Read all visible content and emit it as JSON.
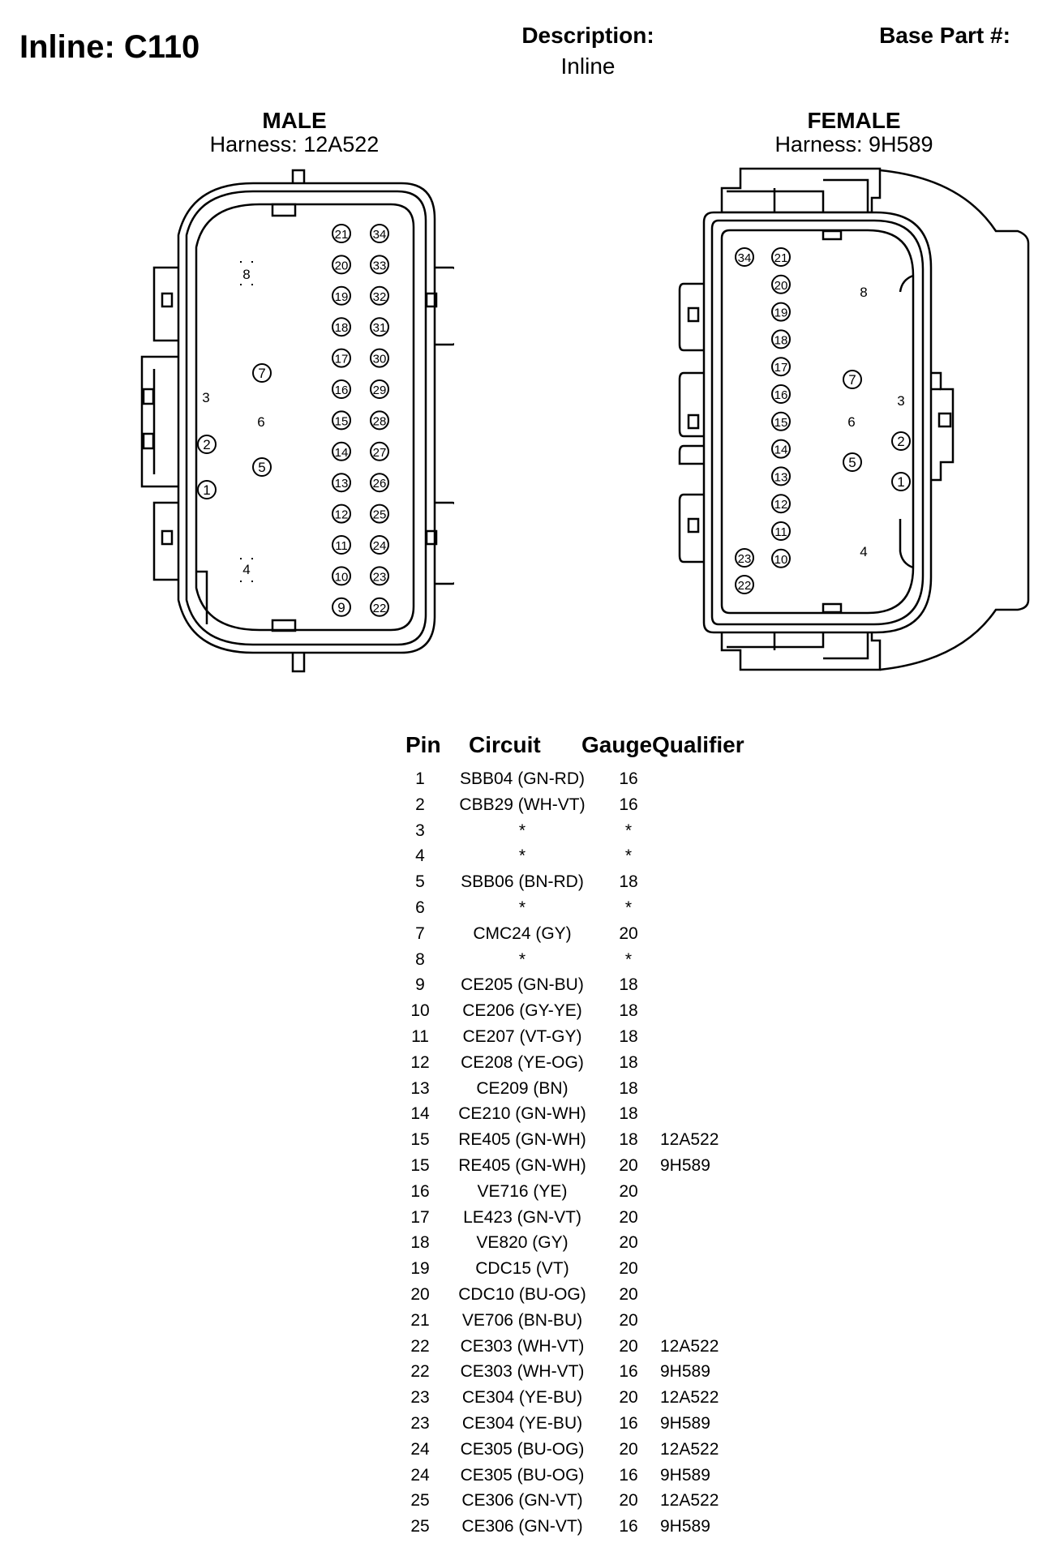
{
  "header": {
    "title": "Inline: C110",
    "description_label": "Description:",
    "description_value": "Inline",
    "base_part_label": "Base Part #:"
  },
  "male": {
    "title": "MALE",
    "harness": "Harness: 12A522",
    "pin_labels": [
      "1",
      "2",
      "3",
      "4",
      "5",
      "6",
      "7",
      "8",
      "9",
      "10",
      "11",
      "12",
      "13",
      "14",
      "15",
      "16",
      "17",
      "18",
      "19",
      "20",
      "21",
      "22",
      "23",
      "24",
      "25",
      "26",
      "27",
      "28",
      "29",
      "30",
      "31",
      "32",
      "33",
      "34"
    ]
  },
  "female": {
    "title": "FEMALE",
    "harness": "Harness: 9H589",
    "pin_labels": [
      "1",
      "2",
      "3",
      "4",
      "5",
      "6",
      "7",
      "8",
      "10",
      "11",
      "12",
      "13",
      "14",
      "15",
      "16",
      "17",
      "18",
      "19",
      "20",
      "21",
      "22",
      "23",
      "34"
    ]
  },
  "table": {
    "headers": {
      "pin": "Pin",
      "circuit": "Circuit",
      "gauge": "Gauge",
      "qualifier": "Qualifier"
    },
    "rows": [
      {
        "pin": "1",
        "circuit": "SBB04 (GN-RD)",
        "gauge": "16",
        "qualifier": ""
      },
      {
        "pin": "2",
        "circuit": "CBB29 (WH-VT)",
        "gauge": "16",
        "qualifier": ""
      },
      {
        "pin": "3",
        "circuit": "*",
        "gauge": "*",
        "qualifier": ""
      },
      {
        "pin": "4",
        "circuit": "*",
        "gauge": "*",
        "qualifier": ""
      },
      {
        "pin": "5",
        "circuit": "SBB06 (BN-RD)",
        "gauge": "18",
        "qualifier": ""
      },
      {
        "pin": "6",
        "circuit": "*",
        "gauge": "*",
        "qualifier": ""
      },
      {
        "pin": "7",
        "circuit": "CMC24 (GY)",
        "gauge": "20",
        "qualifier": ""
      },
      {
        "pin": "8",
        "circuit": "*",
        "gauge": "*",
        "qualifier": ""
      },
      {
        "pin": "9",
        "circuit": "CE205 (GN-BU)",
        "gauge": "18",
        "qualifier": ""
      },
      {
        "pin": "10",
        "circuit": "CE206 (GY-YE)",
        "gauge": "18",
        "qualifier": ""
      },
      {
        "pin": "11",
        "circuit": "CE207 (VT-GY)",
        "gauge": "18",
        "qualifier": ""
      },
      {
        "pin": "12",
        "circuit": "CE208 (YE-OG)",
        "gauge": "18",
        "qualifier": ""
      },
      {
        "pin": "13",
        "circuit": "CE209 (BN)",
        "gauge": "18",
        "qualifier": ""
      },
      {
        "pin": "14",
        "circuit": "CE210 (GN-WH)",
        "gauge": "18",
        "qualifier": ""
      },
      {
        "pin": "15",
        "circuit": "RE405 (GN-WH)",
        "gauge": "18",
        "qualifier": "12A522"
      },
      {
        "pin": "15",
        "circuit": "RE405 (GN-WH)",
        "gauge": "20",
        "qualifier": "9H589"
      },
      {
        "pin": "16",
        "circuit": "VE716 (YE)",
        "gauge": "20",
        "qualifier": ""
      },
      {
        "pin": "17",
        "circuit": "LE423 (GN-VT)",
        "gauge": "20",
        "qualifier": ""
      },
      {
        "pin": "18",
        "circuit": "VE820 (GY)",
        "gauge": "20",
        "qualifier": ""
      },
      {
        "pin": "19",
        "circuit": "CDC15 (VT)",
        "gauge": "20",
        "qualifier": ""
      },
      {
        "pin": "20",
        "circuit": "CDC10 (BU-OG)",
        "gauge": "20",
        "qualifier": ""
      },
      {
        "pin": "21",
        "circuit": "VE706 (BN-BU)",
        "gauge": "20",
        "qualifier": ""
      },
      {
        "pin": "22",
        "circuit": "CE303 (WH-VT)",
        "gauge": "20",
        "qualifier": "12A522"
      },
      {
        "pin": "22",
        "circuit": "CE303 (WH-VT)",
        "gauge": "16",
        "qualifier": "9H589"
      },
      {
        "pin": "23",
        "circuit": "CE304 (YE-BU)",
        "gauge": "20",
        "qualifier": "12A522"
      },
      {
        "pin": "23",
        "circuit": "CE304 (YE-BU)",
        "gauge": "16",
        "qualifier": "9H589"
      },
      {
        "pin": "24",
        "circuit": "CE305 (BU-OG)",
        "gauge": "20",
        "qualifier": "12A522"
      },
      {
        "pin": "24",
        "circuit": "CE305 (BU-OG)",
        "gauge": "16",
        "qualifier": "9H589"
      },
      {
        "pin": "25",
        "circuit": "CE306 (GN-VT)",
        "gauge": "20",
        "qualifier": "12A522"
      },
      {
        "pin": "25",
        "circuit": "CE306 (GN-VT)",
        "gauge": "16",
        "qualifier": "9H589"
      }
    ]
  }
}
